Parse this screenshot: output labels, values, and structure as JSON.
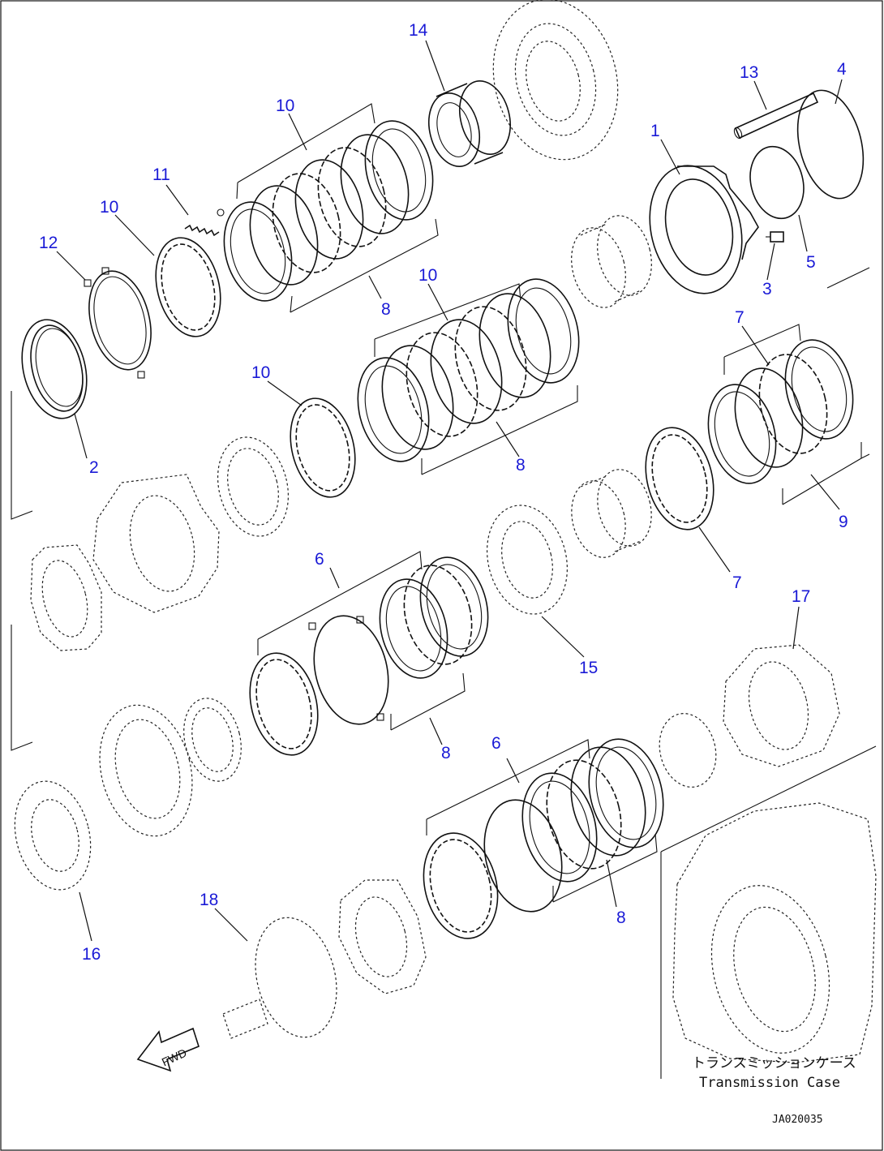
{
  "callouts": [
    {
      "id": "c1",
      "text": "1"
    },
    {
      "id": "c2",
      "text": "2"
    },
    {
      "id": "c3",
      "text": "3"
    },
    {
      "id": "c4",
      "text": "4"
    },
    {
      "id": "c5",
      "text": "5"
    },
    {
      "id": "c6a",
      "text": "6"
    },
    {
      "id": "c6b",
      "text": "6"
    },
    {
      "id": "c7a",
      "text": "7"
    },
    {
      "id": "c7b",
      "text": "7"
    },
    {
      "id": "c8a",
      "text": "8"
    },
    {
      "id": "c8b",
      "text": "8"
    },
    {
      "id": "c8c",
      "text": "8"
    },
    {
      "id": "c8d",
      "text": "8"
    },
    {
      "id": "c9",
      "text": "9"
    },
    {
      "id": "c10a",
      "text": "10"
    },
    {
      "id": "c10b",
      "text": "10"
    },
    {
      "id": "c10c",
      "text": "10"
    },
    {
      "id": "c10d",
      "text": "10"
    },
    {
      "id": "c11",
      "text": "11"
    },
    {
      "id": "c12",
      "text": "12"
    },
    {
      "id": "c13",
      "text": "13"
    },
    {
      "id": "c14",
      "text": "14"
    },
    {
      "id": "c15",
      "text": "15"
    },
    {
      "id": "c16",
      "text": "16"
    },
    {
      "id": "c17",
      "text": "17"
    },
    {
      "id": "c18",
      "text": "18"
    }
  ],
  "caption": {
    "japanese": "トランスミッションケース",
    "english": "Transmission Case"
  },
  "direction_arrow": "FWD",
  "drawing_code": "JA020035",
  "colors": {
    "callout": "#1a1ad6",
    "line": "#111111",
    "background": "#ffffff"
  }
}
